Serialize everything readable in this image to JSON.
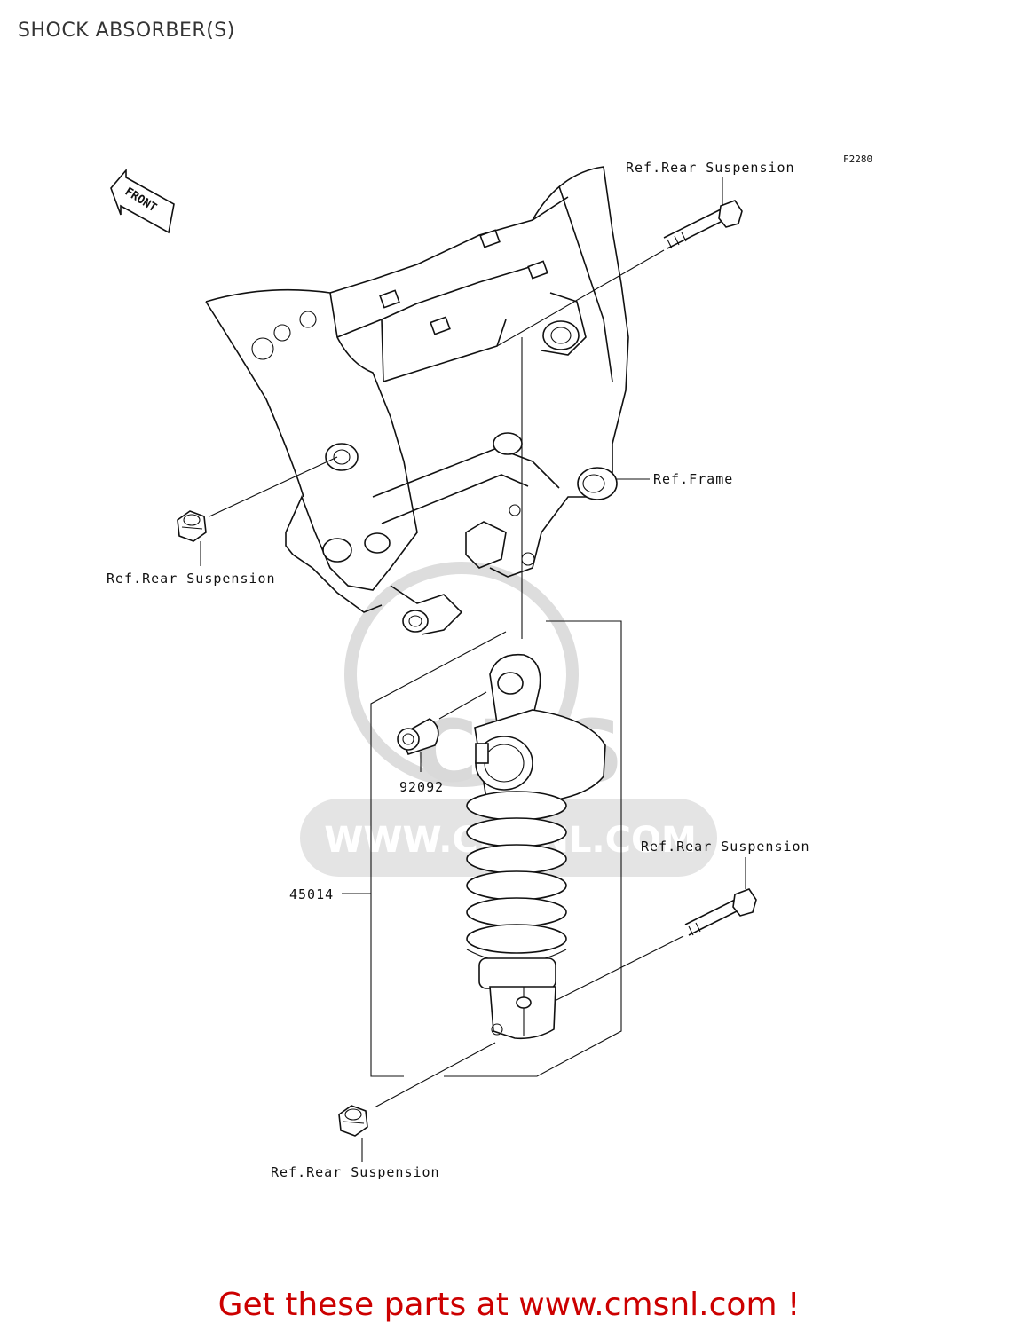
{
  "header": {
    "title": "SHOCK ABSORBER(S)"
  },
  "diagram": {
    "figure_code": "F2280",
    "front_label": "FRONT",
    "callouts": {
      "top_bolt": "Ref.Rear Suspension",
      "left_nut": "Ref.Rear Suspension",
      "frame": "Ref.Frame",
      "lower_bolt": "Ref.Rear Suspension",
      "bottom_nut": "Ref.Rear Suspension"
    },
    "parts": {
      "collar": "92092",
      "shock_absorber": "45014"
    },
    "watermark": {
      "logo": "CMS",
      "url": "WWW.CMSNL.COM"
    }
  },
  "footer": {
    "cta": "Get these parts at www.cmsnl.com !"
  },
  "colors": {
    "cta": "#cc0000",
    "lines": "#111111",
    "watermark": "#d9d9d9"
  }
}
